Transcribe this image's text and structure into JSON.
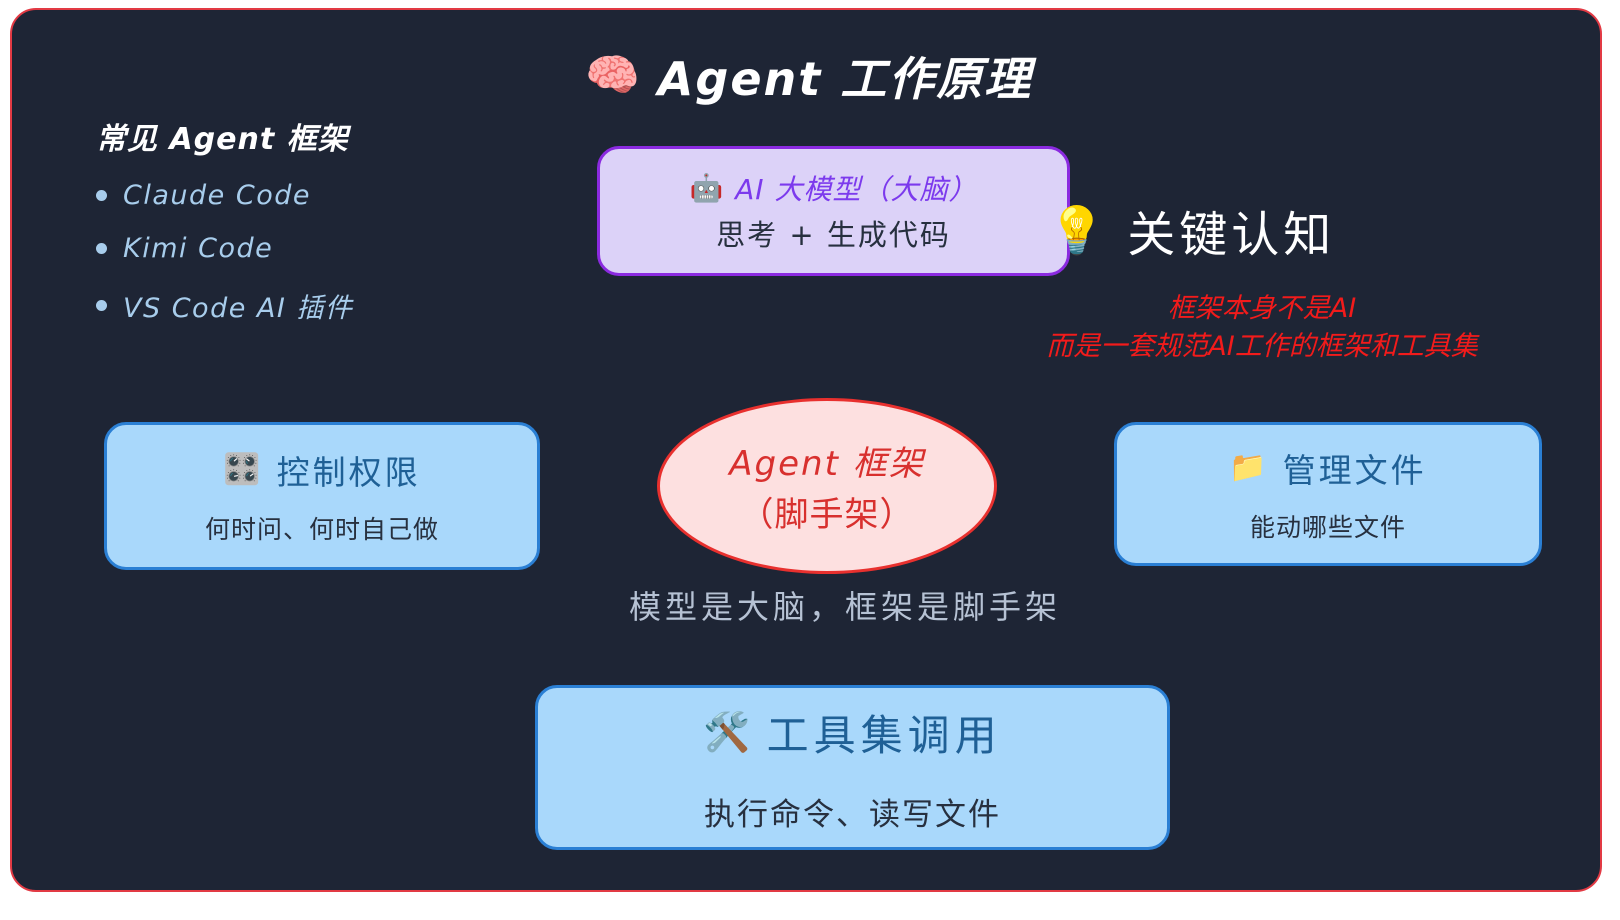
{
  "canvas": {
    "background": "#1e2535",
    "border_color": "#e23a44"
  },
  "header": {
    "emoji": "🧠",
    "emoji_name": "brain-icon",
    "title": "Agent 工作原理",
    "title_color": "#ffffff"
  },
  "frameworks": {
    "heading": "常见 Agent 框架",
    "item_color": "#a8cdec",
    "items": [
      {
        "label": "Claude Code"
      },
      {
        "label": "Kimi Code"
      },
      {
        "label": "VS Code AI 插件"
      }
    ]
  },
  "ai_box": {
    "emoji": "🤖",
    "emoji_name": "robot-icon",
    "title": "AI 大模型（大脑）",
    "subtitle": "思考 + 生成代码",
    "fill": "#dcd2f8",
    "border": "#8b2ae0",
    "title_color": "#7c3aed"
  },
  "insight": {
    "emoji": "💡",
    "emoji_name": "lightbulb-icon",
    "title": "关键认知",
    "text_color": "#f21b1b",
    "lines": [
      "框架本身不是AI",
      "而是一套规范AI工作的框架和工具集"
    ]
  },
  "cards": {
    "fill": "#a9d8fb",
    "border": "#2a7fd4",
    "title_color": "#1f6096",
    "control": {
      "emoji": "🎛️",
      "emoji_name": "control-knobs-icon",
      "title": "控制权限",
      "subtitle": "何时问、何时自己做"
    },
    "files": {
      "emoji": "📁",
      "emoji_name": "folder-icon",
      "title": "管理文件",
      "subtitle": "能动哪些文件"
    },
    "tools": {
      "emoji": "🛠️",
      "emoji_name": "hammer-and-wrench-icon",
      "title": "工具集调用",
      "subtitle": "执行命令、读写文件"
    }
  },
  "scaffold": {
    "line1": "Agent 框架",
    "line2": "（脚手架）",
    "fill": "#fde0e0",
    "border": "#e8302e",
    "text_color": "#d8302e"
  },
  "caption": {
    "text": "模型是大脑，框架是脚手架",
    "color": "#b6c2d4"
  }
}
